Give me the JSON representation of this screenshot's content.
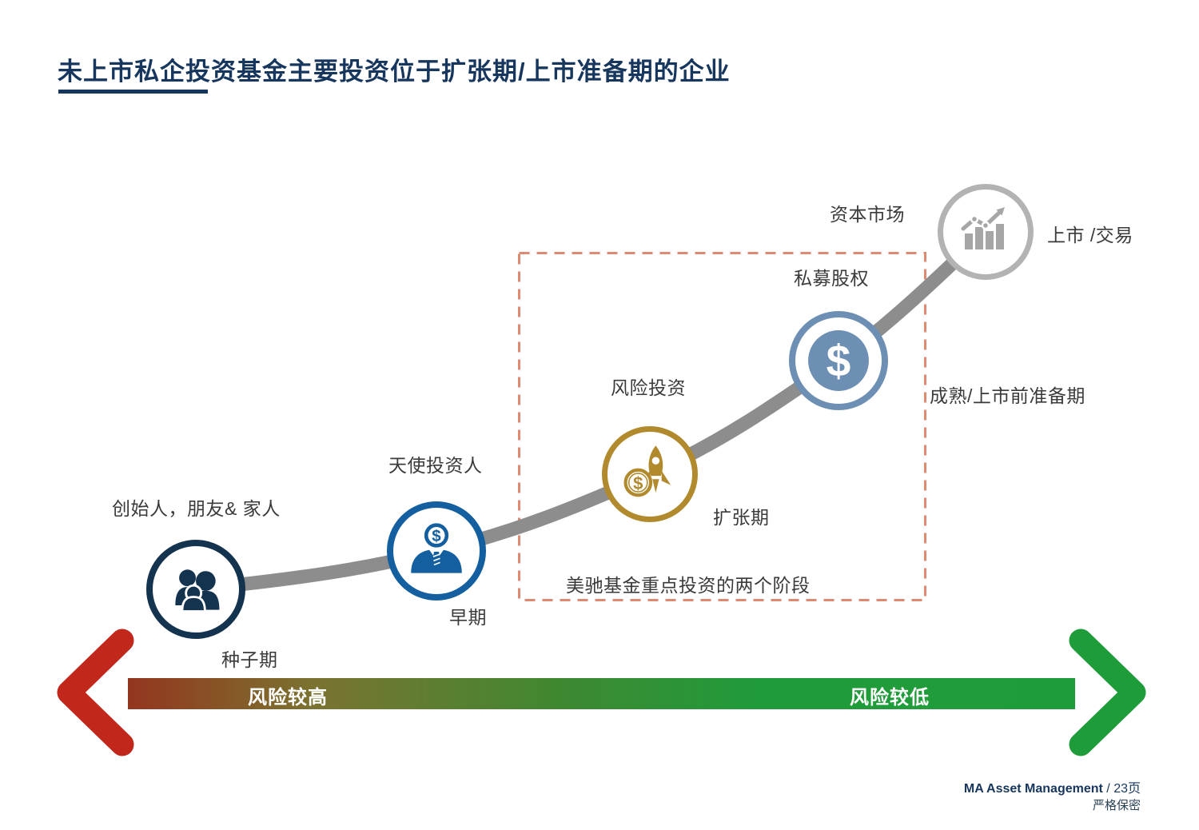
{
  "title": "未上市私企投资基金主要投资位于扩张期/上市准备期的企业",
  "stages": [
    {
      "investor": "创始人，朋友& 家人",
      "stage": "种子期",
      "icon": "family-icon",
      "color": "#14334F"
    },
    {
      "investor": "天使投资人",
      "stage": "早期",
      "icon": "angel-investor-icon",
      "color": "#145F9F"
    },
    {
      "investor": "风险投资",
      "stage": "扩张期",
      "icon": "rocket-coin-icon",
      "color": "#B28A2E"
    },
    {
      "investor": "私募股权",
      "stage": "成熟/上市前准备期",
      "icon": "dollar-circle-icon",
      "color": "#6E8FB4"
    },
    {
      "investor": "资本市场",
      "stage": "上市 /交易",
      "icon": "stock-chart-icon",
      "color": "#B3B3B3"
    }
  ],
  "highlight_box": {
    "label": "美驰基金重点投资的两个阶段",
    "border_color": "#DC8A71"
  },
  "risk_arrow": {
    "high_label": "风险较高",
    "low_label": "风险较低",
    "red": "#C1271B",
    "green": "#1F9C3A"
  },
  "footer": {
    "company": "MA Asset Management",
    "page": " / 23页",
    "confidential": "严格保密"
  },
  "colors": {
    "title": "#17365D",
    "curve": "#8D8D8D",
    "label_text": "#3A3A3A"
  }
}
